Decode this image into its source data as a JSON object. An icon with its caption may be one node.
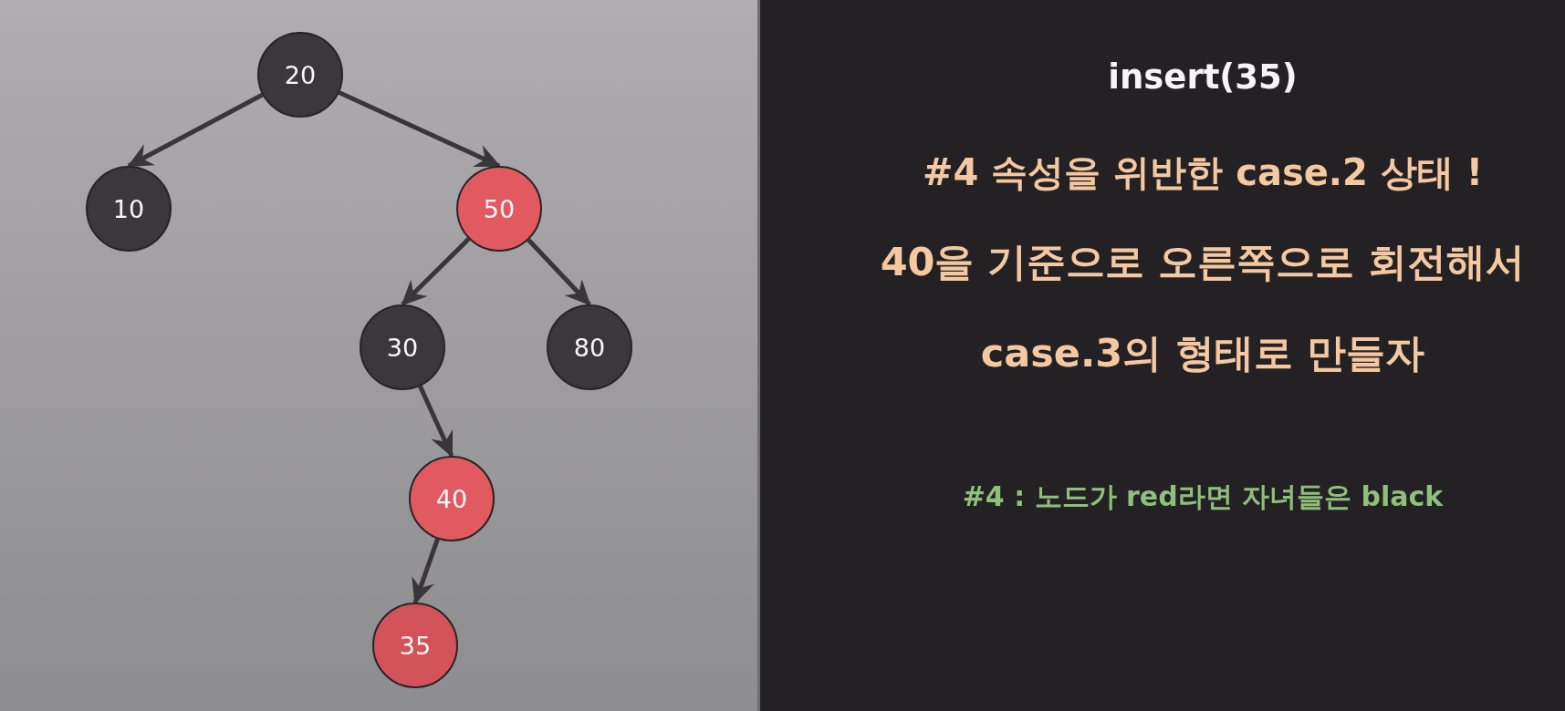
{
  "diagram": {
    "title": "insert(35)",
    "nodes": [
      {
        "text": [
          "20"
        ]
      },
      {
        "text": [
          "10"
        ]
      },
      {
        "text": [
          "50"
        ]
      },
      {
        "text": [
          "30"
        ]
      },
      {
        "text": [
          "80"
        ]
      },
      {
        "text": [
          "40"
        ]
      },
      {
        "text": [
          "35"
        ]
      }
    ],
    "edges": [
      {
        "from": 0,
        "to": 1,
        "arrow": "to"
      },
      {
        "from": 0,
        "to": 2,
        "arrow": "to"
      },
      {
        "from": 2,
        "to": 3,
        "arrow": "to"
      },
      {
        "from": 2,
        "to": 4,
        "arrow": "to"
      },
      {
        "from": 3,
        "to": 5,
        "arrow": "to"
      },
      {
        "from": 5,
        "to": 6,
        "arrow": "to"
      }
    ],
    "labels": [
      "#4 속성을 위반한 case.2 상태 !",
      "40을 기준으로 오른쪽으로 회전해서 case.3의 형태로 만들자",
      "#4 : 노드가 red라면 자녀들은 black"
    ]
  }
}
